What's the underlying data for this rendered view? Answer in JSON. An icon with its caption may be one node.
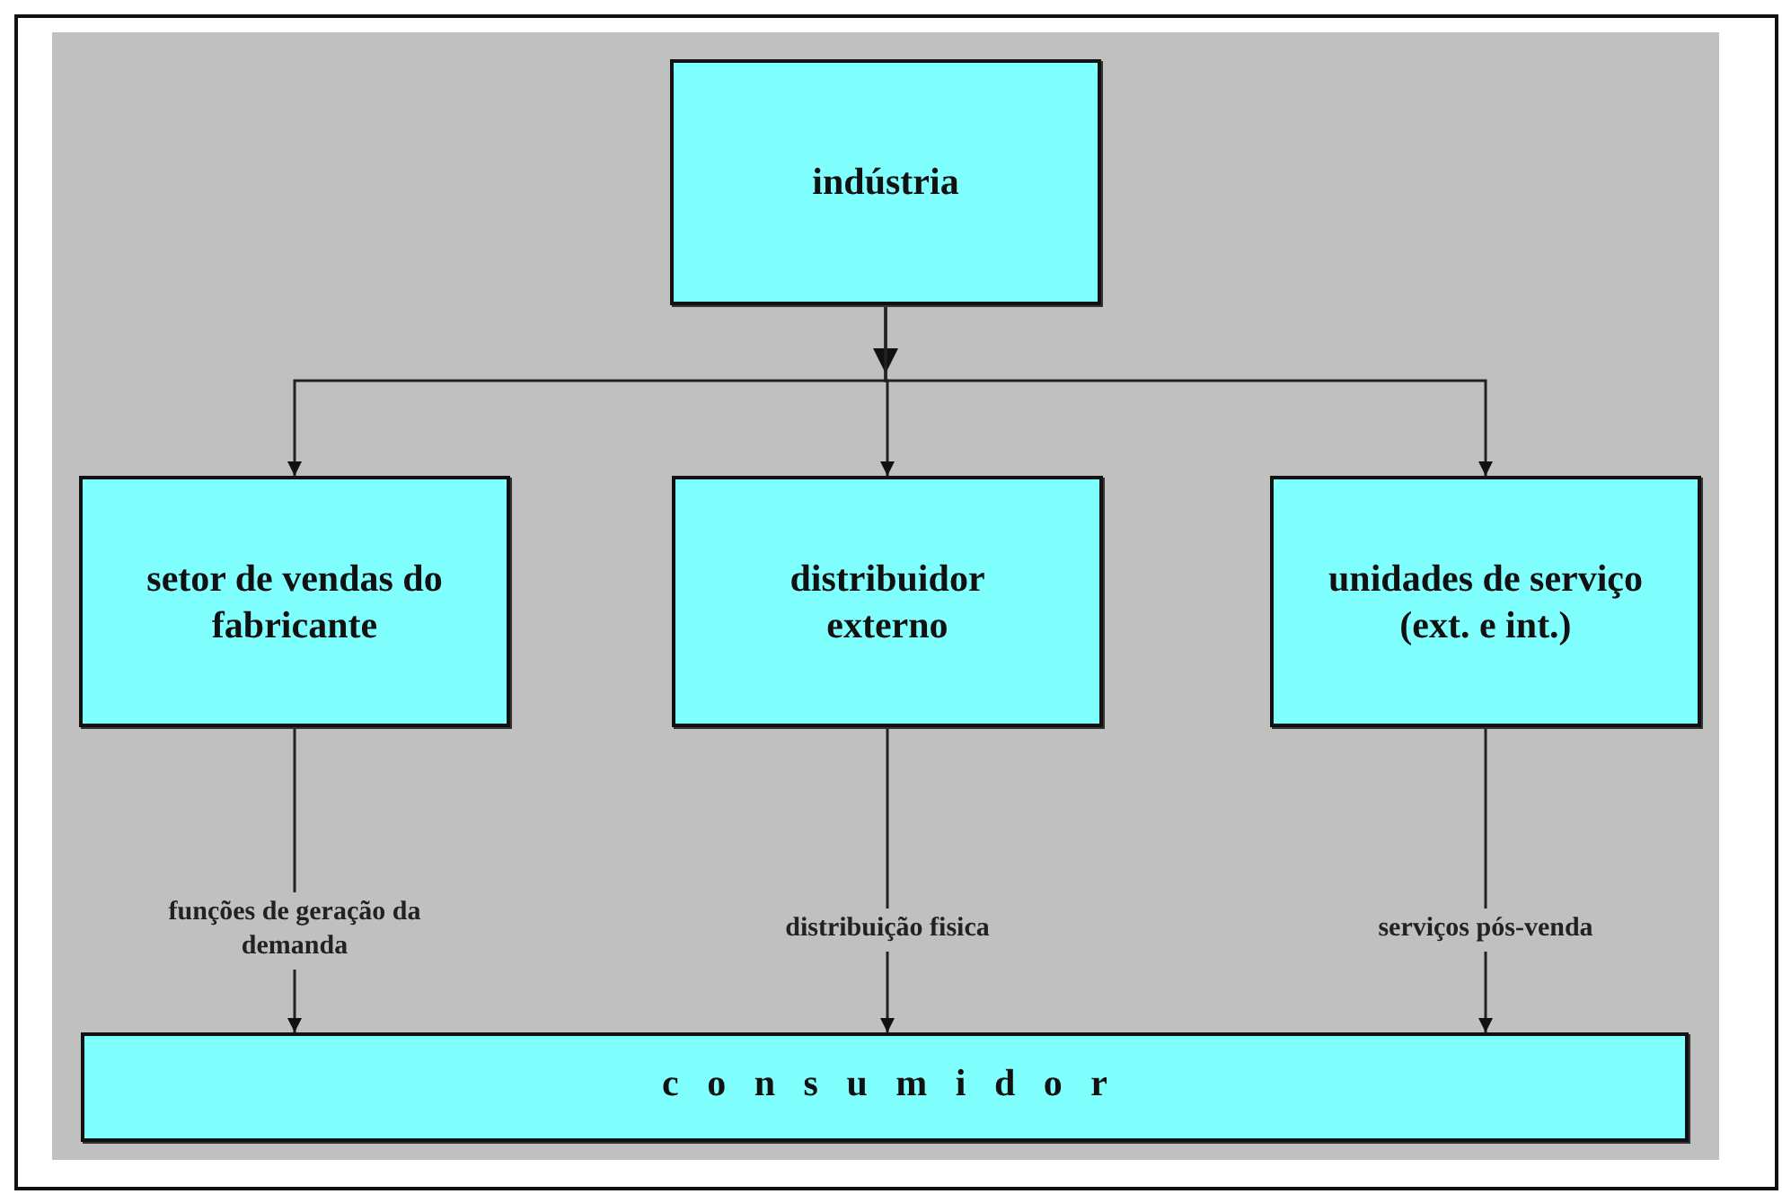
{
  "diagram": {
    "nodes": [
      {
        "text": [
          "indústria"
        ]
      },
      {
        "text": [
          "setor de vendas do fabricante"
        ]
      },
      {
        "text": [
          "distribuidor externo"
        ]
      },
      {
        "text": [
          "unidades de serviço (ext. e int.)"
        ]
      },
      {
        "text": [
          "c o n s u m i d o r"
        ]
      }
    ],
    "edges": [
      {
        "from": 0,
        "to": 1,
        "arrow": "to"
      },
      {
        "from": 0,
        "to": 2,
        "arrow": "to"
      },
      {
        "from": 0,
        "to": 3,
        "arrow": "to"
      },
      {
        "from": 1,
        "to": 4,
        "arrow": "to",
        "label": "funções de geração da demanda"
      },
      {
        "from": 2,
        "to": 4,
        "arrow": "to",
        "label": "distribuição fisica"
      },
      {
        "from": 3,
        "to": 4,
        "arrow": "to",
        "label": "serviços pós-venda"
      }
    ]
  }
}
